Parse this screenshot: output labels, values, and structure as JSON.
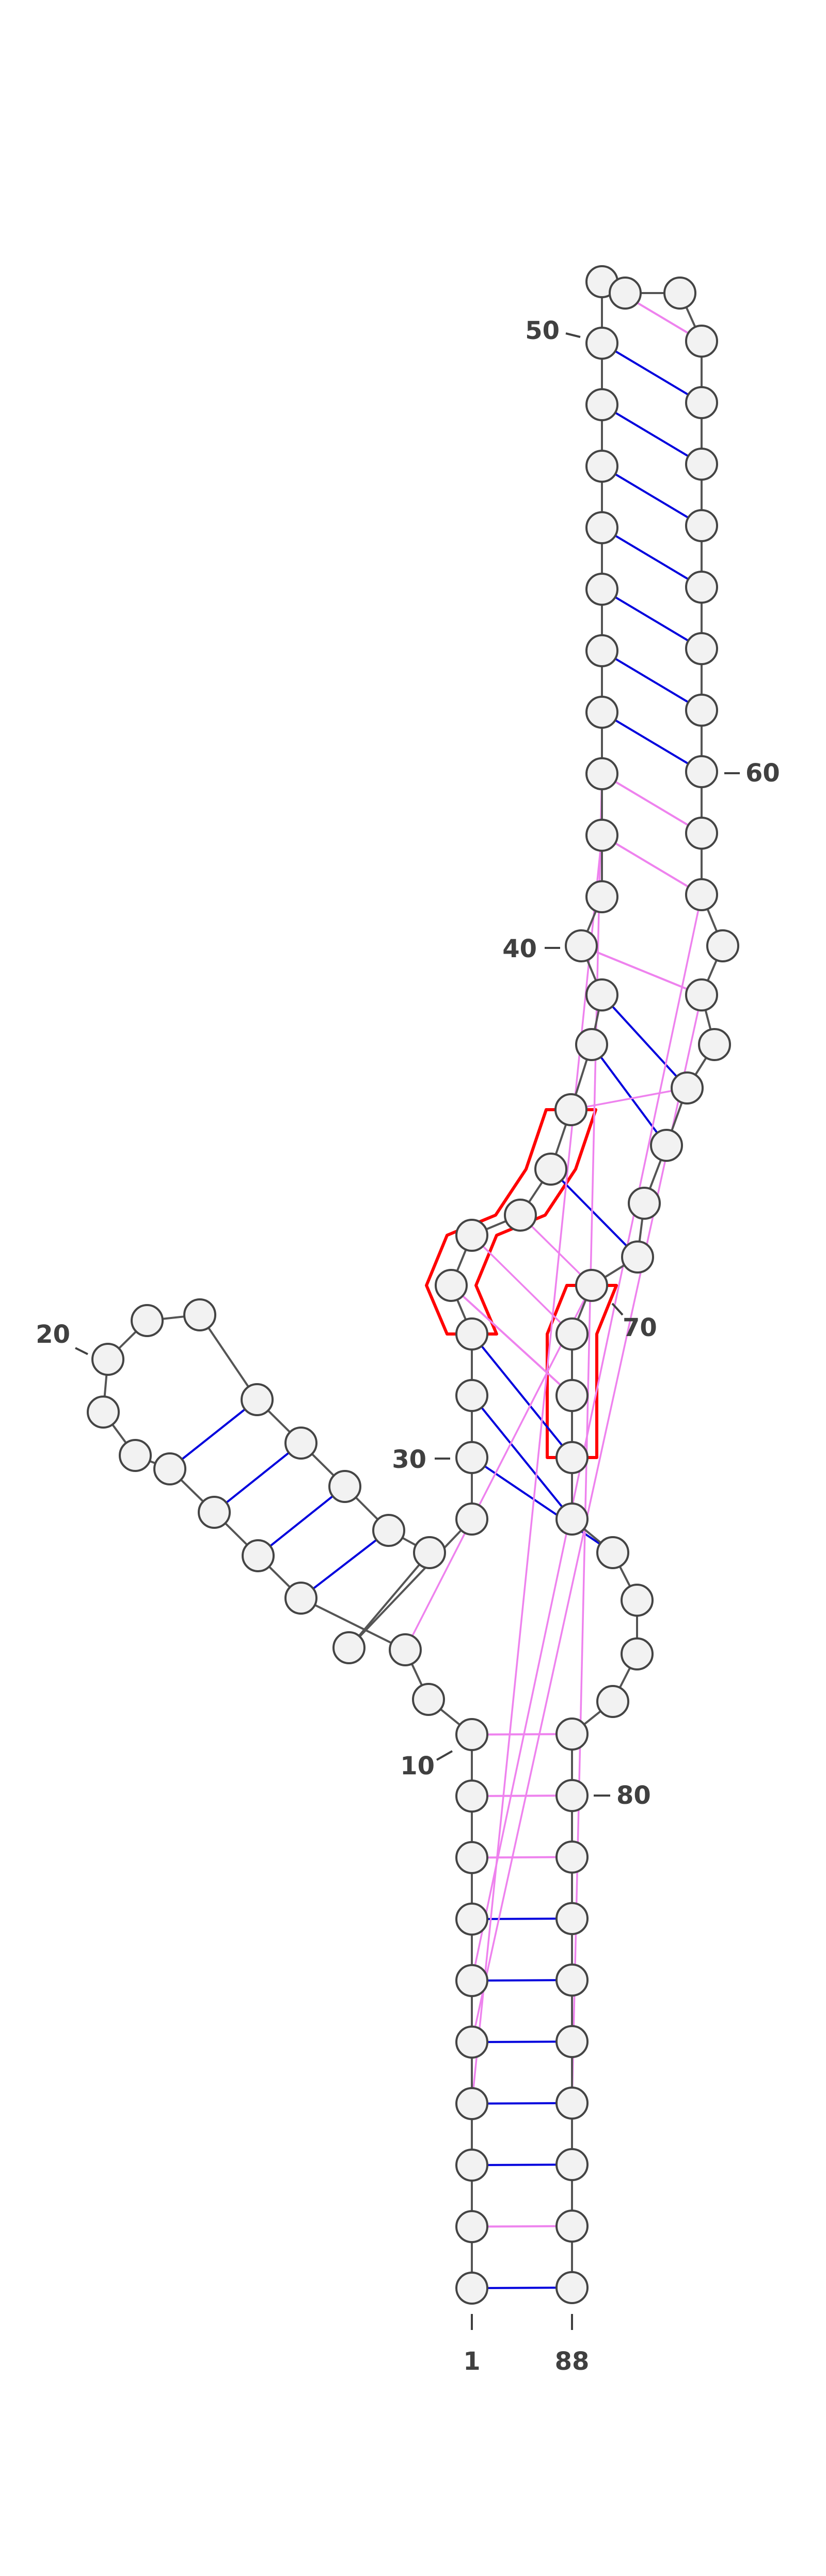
{
  "diagram": {
    "type": "rna-secondary-structure",
    "nucleotide_count": 88,
    "number_labels": [
      "1",
      "10",
      "20",
      "30",
      "40",
      "50",
      "60",
      "70",
      "80",
      "88"
    ],
    "colors": {
      "canonical_pair": "#0000dd",
      "noncanonical_pair": "#ee82ee",
      "tertiary_interaction": "#ee82ee",
      "highlight": "#ff0000",
      "nucleotide_fill": "#f2f2f2",
      "backbone": "#555555"
    },
    "base_pairs": [
      {
        "i": 1,
        "j": 88,
        "kind": "canonical"
      },
      {
        "i": 2,
        "j": 87,
        "kind": "noncanonical"
      },
      {
        "i": 3,
        "j": 86,
        "kind": "canonical"
      },
      {
        "i": 4,
        "j": 85,
        "kind": "canonical"
      },
      {
        "i": 5,
        "j": 84,
        "kind": "canonical"
      },
      {
        "i": 6,
        "j": 83,
        "kind": "canonical"
      },
      {
        "i": 7,
        "j": 82,
        "kind": "canonical"
      },
      {
        "i": 8,
        "j": 81,
        "kind": "noncanonical"
      },
      {
        "i": 9,
        "j": 80,
        "kind": "noncanonical"
      },
      {
        "i": 10,
        "j": 79,
        "kind": "noncanonical"
      },
      {
        "i": 13,
        "j": 25,
        "kind": "canonical"
      },
      {
        "i": 14,
        "j": 24,
        "kind": "canonical"
      },
      {
        "i": 15,
        "j": 23,
        "kind": "canonical"
      },
      {
        "i": 16,
        "j": 22,
        "kind": "canonical"
      },
      {
        "i": 29,
        "j": 75,
        "kind": "canonical"
      },
      {
        "i": 30,
        "j": 74,
        "kind": "canonical"
      },
      {
        "i": 31,
        "j": 73,
        "kind": "canonical"
      },
      {
        "i": 32,
        "j": 72,
        "kind": "noncanonical"
      },
      {
        "i": 35,
        "j": 69,
        "kind": "canonical"
      },
      {
        "i": 37,
        "j": 67,
        "kind": "canonical"
      },
      {
        "i": 38,
        "j": 66,
        "kind": "canonical"
      },
      {
        "i": 39,
        "j": 64,
        "kind": "noncanonical"
      },
      {
        "i": 41,
        "j": 62,
        "kind": "noncanonical"
      },
      {
        "i": 42,
        "j": 61,
        "kind": "noncanonical"
      },
      {
        "i": 43,
        "j": 60,
        "kind": "canonical"
      },
      {
        "i": 44,
        "j": 59,
        "kind": "canonical"
      },
      {
        "i": 45,
        "j": 58,
        "kind": "canonical"
      },
      {
        "i": 46,
        "j": 57,
        "kind": "canonical"
      },
      {
        "i": 47,
        "j": 56,
        "kind": "canonical"
      },
      {
        "i": 48,
        "j": 55,
        "kind": "canonical"
      },
      {
        "i": 49,
        "j": 54,
        "kind": "canonical"
      },
      {
        "i": 50,
        "j": 53,
        "kind": "noncanonical"
      }
    ],
    "tertiary_interactions": [
      {
        "i": 4,
        "j": 41
      },
      {
        "i": 5,
        "j": 64
      },
      {
        "i": 6,
        "j": 62
      },
      {
        "i": 12,
        "j": 70
      },
      {
        "i": 33,
        "j": 71
      },
      {
        "i": 34,
        "j": 70
      },
      {
        "i": 36,
        "j": 66
      },
      {
        "i": 85,
        "j": 42
      }
    ],
    "highlighted_segments": [
      {
        "from": 31,
        "to": 36
      },
      {
        "from": 70,
        "to": 73
      }
    ]
  }
}
